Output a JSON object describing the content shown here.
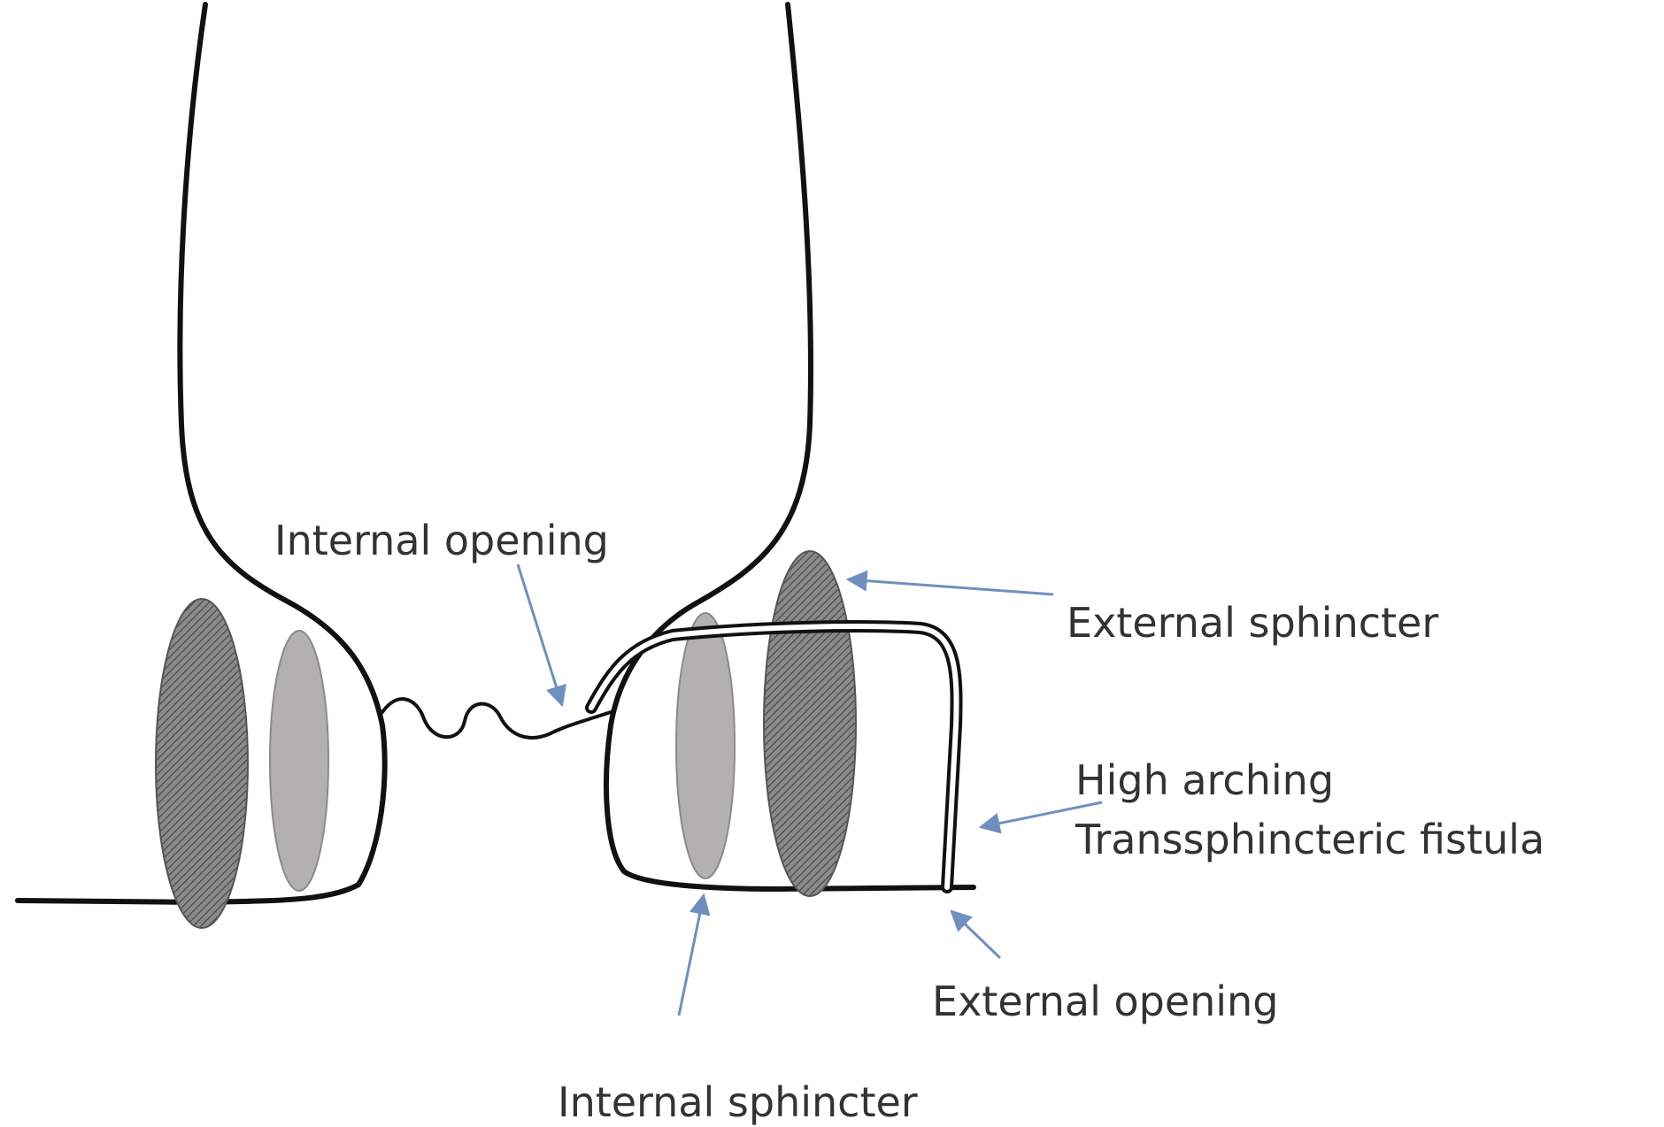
{
  "labels": {
    "internal_opening": "Internal opening",
    "external_sphincter": "External sphincter",
    "high_arching_line1": "High arching",
    "high_arching_line2": "Transsphincteric fistula",
    "external_opening": "External opening",
    "internal_sphincter": "Internal sphincter"
  },
  "colors": {
    "outline": "#111111",
    "external_sphincter_fill": "#777777",
    "internal_sphincter_fill": "#b3b0b0",
    "arrow": "#6f8fbf",
    "label_text": "#333333"
  }
}
